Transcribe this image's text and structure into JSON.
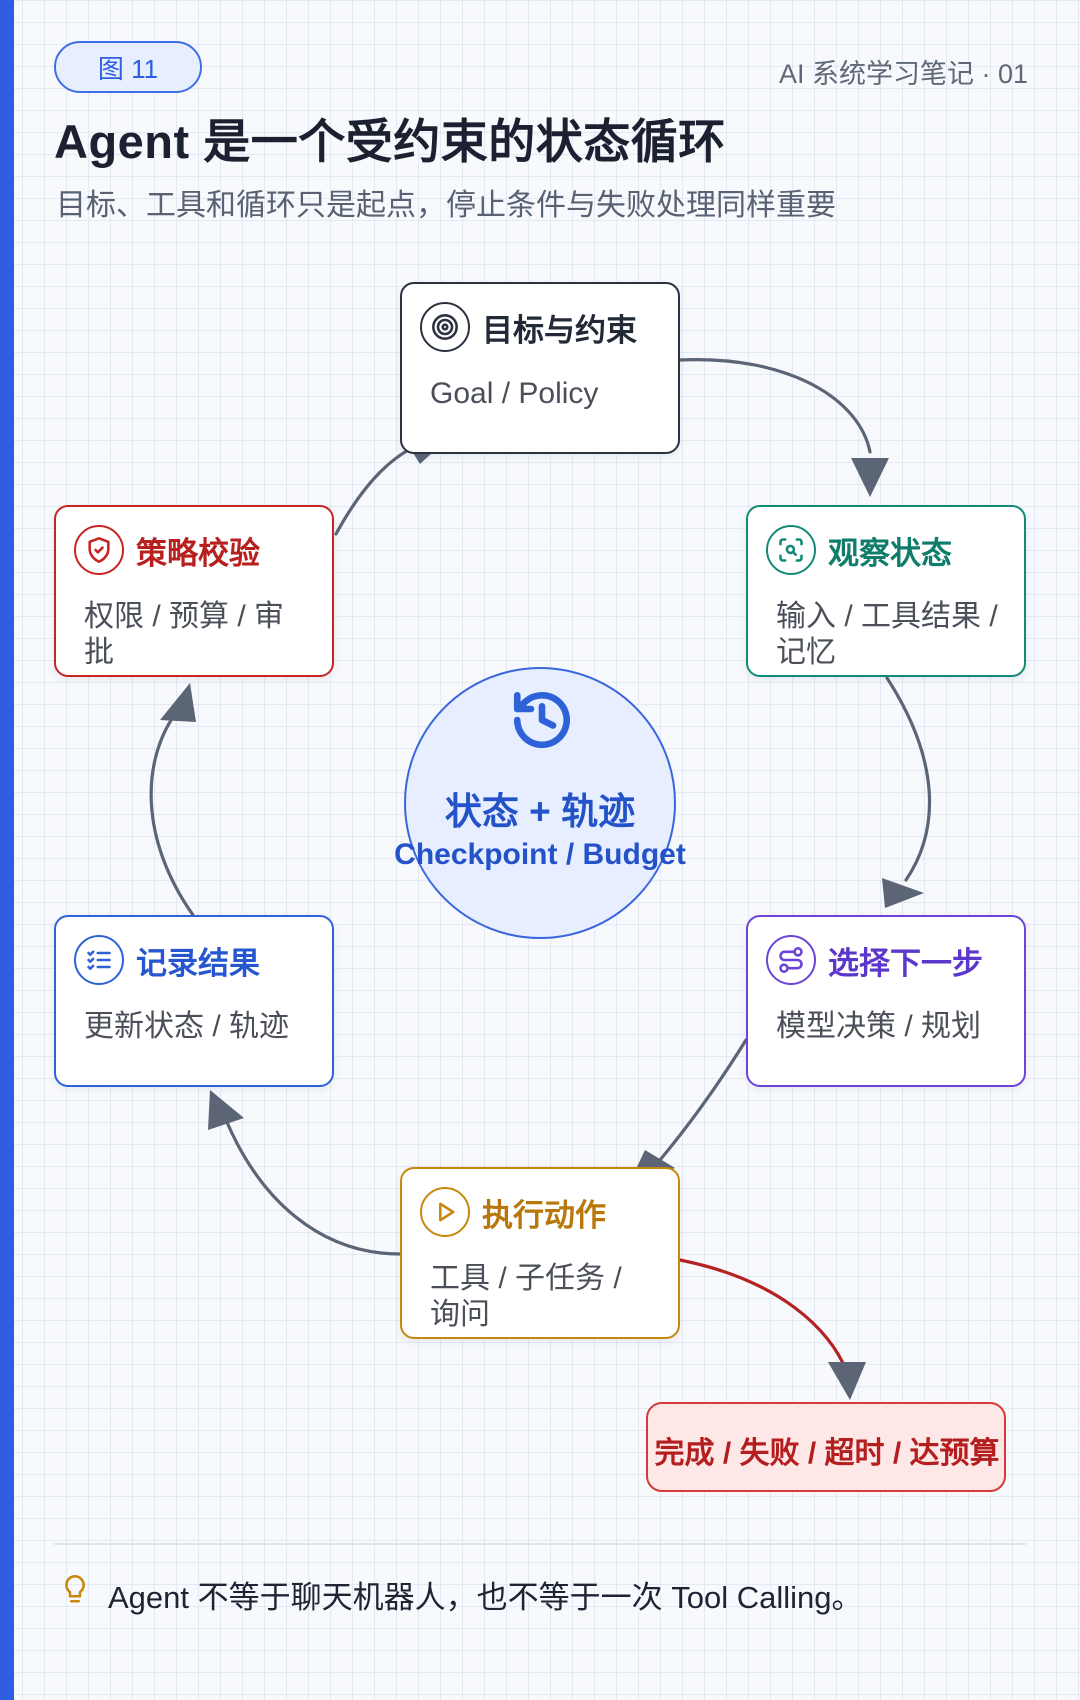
{
  "header": {
    "figure_badge": "图 11",
    "series": "AI 系统学习笔记 · 01",
    "title": "Agent 是一个受约束的状态循环",
    "subtitle": "目标、工具和循环只是起点，停止条件与失败处理同样重要"
  },
  "nodes": {
    "goal": {
      "title": "目标与约束",
      "desc": "Goal / Policy",
      "icon": "target-icon",
      "color": "#2b3240"
    },
    "observe": {
      "title": "观察状态",
      "desc": "输入 / 工具结果 / 记忆",
      "icon": "scan-search-icon",
      "color": "#138a76"
    },
    "select": {
      "title": "选择下一步",
      "desc": "模型决策 / 规划",
      "icon": "route-icon",
      "color": "#6a45d8"
    },
    "execute": {
      "title": "执行动作",
      "desc": "工具 / 子任务 / 询问",
      "icon": "play-icon",
      "color": "#c8870d"
    },
    "record": {
      "title": "记录结果",
      "desc": "更新状态 / 轨迹",
      "icon": "list-check-icon",
      "color": "#2f62d8"
    },
    "policy": {
      "title": "策略校验",
      "desc": "权限 / 预算 / 审批",
      "icon": "shield-check-icon",
      "color": "#c82424"
    }
  },
  "center": {
    "title": "状态 + 轨迹",
    "subtitle": "Checkpoint / Budget",
    "icon": "history-icon",
    "color": "#2452c8"
  },
  "terminal": {
    "label": "完成 / 失败 / 超时 / 达预算",
    "color": "#b41e1e"
  },
  "edges": [
    {
      "from": "goal",
      "to": "observe"
    },
    {
      "from": "observe",
      "to": "select"
    },
    {
      "from": "select",
      "to": "execute"
    },
    {
      "from": "execute",
      "to": "record"
    },
    {
      "from": "record",
      "to": "policy"
    },
    {
      "from": "policy",
      "to": "goal"
    },
    {
      "from": "execute",
      "to": "terminal"
    }
  ],
  "footer": {
    "tip_icon": "lightbulb-icon",
    "tip": "Agent 不等于聊天机器人，也不等于一次 Tool Calling。"
  }
}
